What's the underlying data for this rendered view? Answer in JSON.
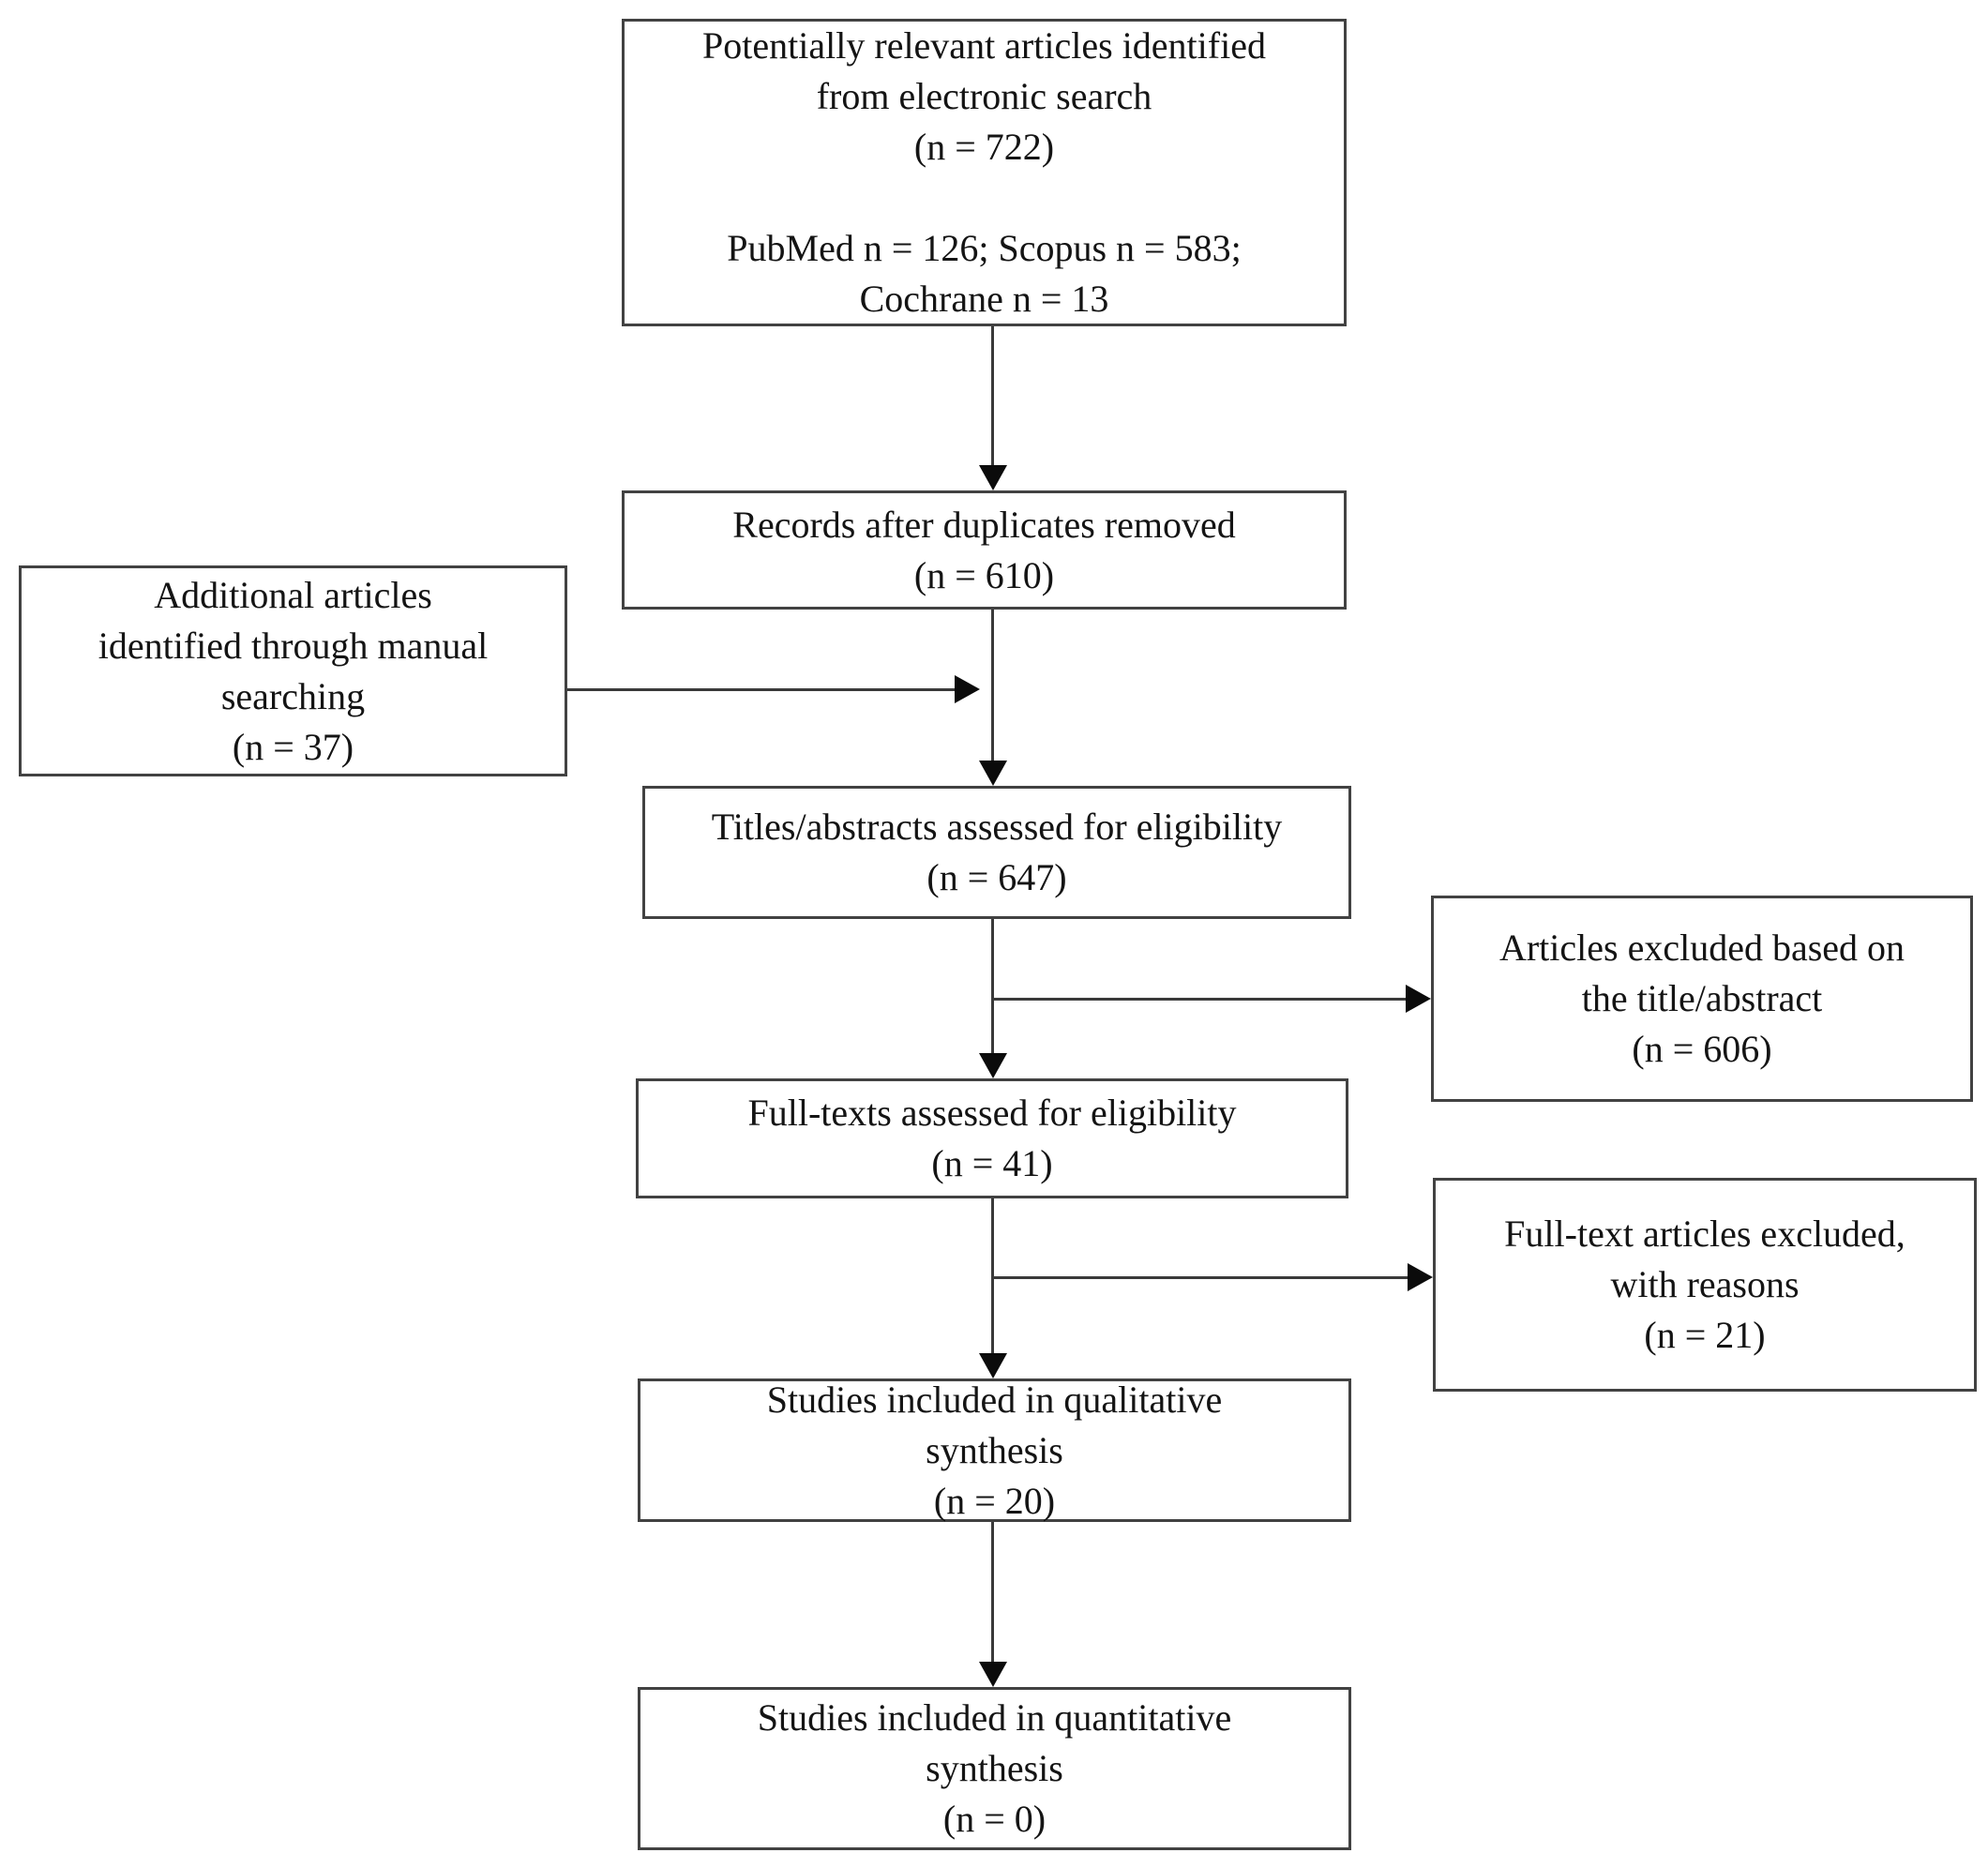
{
  "boxes": {
    "identified": {
      "lines": [
        "Potentially relevant articles identified",
        "from electronic search",
        "(n = 722)",
        "",
        "PubMed n = 126; Scopus n = 583;",
        "Cochrane n = 13"
      ]
    },
    "duplicates_removed": {
      "lines": [
        "Records after duplicates removed",
        "(n = 610)"
      ]
    },
    "manual_search": {
      "lines": [
        "Additional articles",
        "identified through manual",
        "searching",
        "(n = 37)"
      ]
    },
    "titles_abstracts": {
      "lines": [
        "Titles/abstracts assessed for eligibility",
        "(n = 647)"
      ]
    },
    "excluded_title_abstract": {
      "lines": [
        "Articles excluded based on",
        "the title/abstract",
        "(n = 606)"
      ]
    },
    "full_texts": {
      "lines": [
        "Full-texts assessed for eligibility",
        "(n = 41)"
      ]
    },
    "excluded_full_text": {
      "lines": [
        "Full-text articles excluded,",
        "with reasons",
        "(n = 21)"
      ]
    },
    "qualitative": {
      "lines": [
        "Studies included in qualitative",
        "synthesis",
        "(n = 20)"
      ]
    },
    "quantitative": {
      "lines": [
        "Studies included in quantitative",
        "synthesis",
        "(n = 0)"
      ]
    }
  },
  "counts": {
    "electronic_search": 722,
    "pubmed": 126,
    "scopus": 583,
    "cochrane": 13,
    "after_duplicates_removed": 610,
    "manual_search": 37,
    "titles_abstracts_assessed": 647,
    "excluded_title_abstract": 606,
    "full_texts_assessed": 41,
    "excluded_full_text": 21,
    "qualitative_synthesis": 20,
    "quantitative_synthesis": 0
  },
  "edges": [
    {
      "from": "identified",
      "to": "duplicates_removed"
    },
    {
      "from": "duplicates_removed",
      "to": "titles_abstracts"
    },
    {
      "from": "manual_search",
      "to": "titles_abstracts"
    },
    {
      "from": "titles_abstracts",
      "to": "excluded_title_abstract"
    },
    {
      "from": "titles_abstracts",
      "to": "full_texts"
    },
    {
      "from": "full_texts",
      "to": "excluded_full_text"
    },
    {
      "from": "full_texts",
      "to": "qualitative"
    },
    {
      "from": "qualitative",
      "to": "quantitative"
    }
  ],
  "colors": {
    "background": "#ffffff",
    "box_border": "#424242",
    "connector": "#3a3a3a",
    "arrowhead": "#0b0b0b",
    "text": "#141414"
  }
}
